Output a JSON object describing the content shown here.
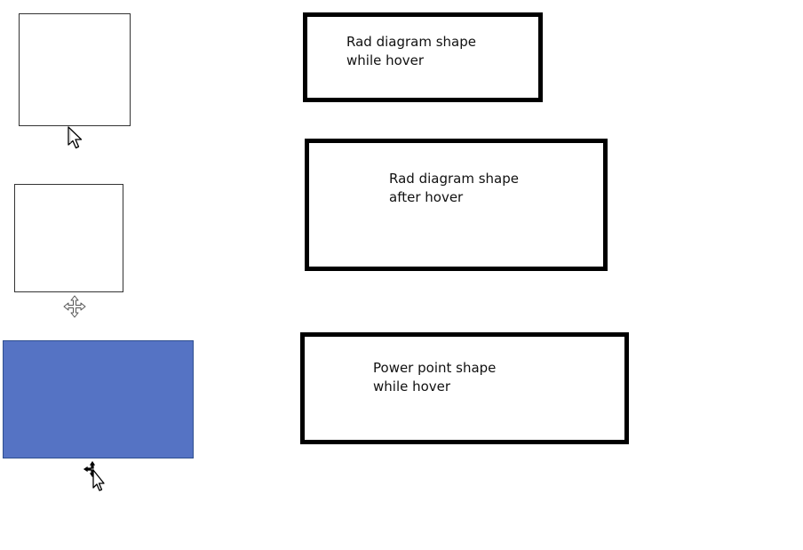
{
  "colors": {
    "shape_outline": "#333333",
    "powerpoint_fill": "#5573c4",
    "note_border": "#000000"
  },
  "shapes": [
    {
      "kind": "rad-diagram-shape",
      "state": "hover",
      "cursor_icon": "arrow-pointer-icon"
    },
    {
      "kind": "rad-diagram-shape",
      "state": "after-hover",
      "cursor_icon": "move-cross-icon"
    },
    {
      "kind": "powerpoint-shape",
      "state": "hover",
      "cursor_icon": "move-arrow-pointer-icon"
    }
  ],
  "notes": [
    {
      "line1": "Rad diagram shape",
      "line2": "while hover"
    },
    {
      "line1": "Rad diagram shape",
      "line2": "after hover"
    },
    {
      "line1": "Power point shape",
      "line2": "while hover"
    }
  ]
}
